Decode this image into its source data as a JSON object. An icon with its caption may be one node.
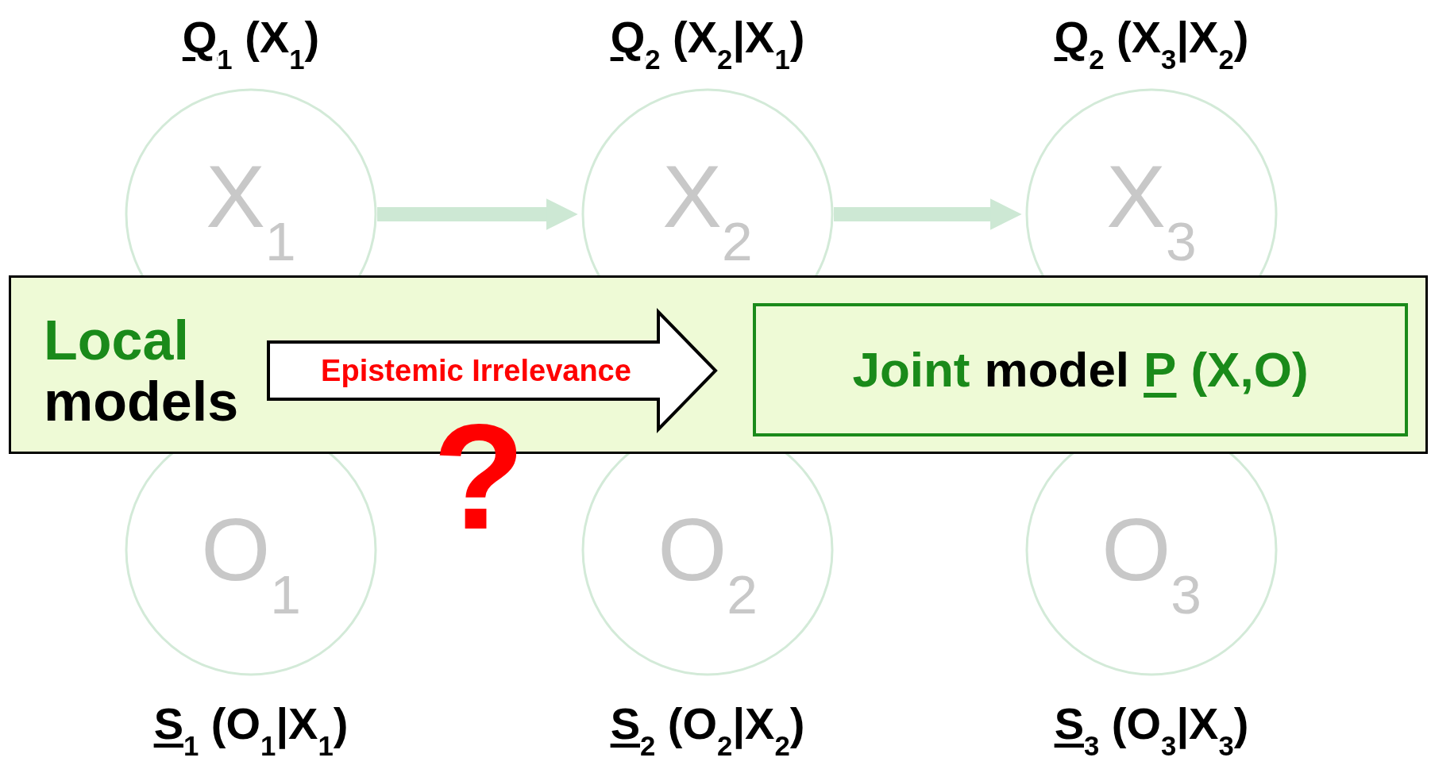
{
  "diagram": {
    "nodes": [
      {
        "text": [
          "X$_{1}$"
        ],
        "beside": [
          "Q$_{1}$ (X$_{1}$)"
        ]
      },
      {
        "text": [
          "X$_{2}$"
        ],
        "beside": [
          "Q$_{2}$ (X$_{2}$|X$_{1}$)"
        ]
      },
      {
        "text": [
          "X$_{3}$"
        ],
        "beside": [
          "Q$_{2}$ (X$_{3}$|X$_{2}$)"
        ]
      },
      {
        "text": [],
        "shape": "box"
      },
      {
        "text": [
          "Local",
          "models"
        ],
        "in": 3
      },
      {
        "text": [
          "Joint",
          "model",
          "P",
          "(X,O)"
        ],
        "in": 3
      },
      {
        "text": [
          "O$_{1}$"
        ],
        "beside": [
          "S$_{1}$ (O$_{1}$|X$_{1}$)"
        ]
      },
      {
        "text": [
          "O$_{2}$"
        ],
        "beside": [
          "S$_{2}$ (O$_{2}$|X$_{2}$)"
        ]
      },
      {
        "text": [
          "O$_{3}$"
        ],
        "beside": [
          "S$_{3}$ (O$_{3}$|X$_{3}$)"
        ]
      }
    ],
    "edges": [
      {
        "from": 0,
        "to": 1,
        "arrow": "to",
        "color": "#cde8d4"
      },
      {
        "from": 1,
        "to": 2,
        "arrow": "to",
        "color": "#cde8d4"
      },
      {
        "from": 4,
        "to": 5,
        "arrow": "to",
        "label": "Epistemic Irrelevance",
        "style": "thick",
        "color": "#000000"
      }
    ],
    "labels": [
      "?"
    ]
  }
}
